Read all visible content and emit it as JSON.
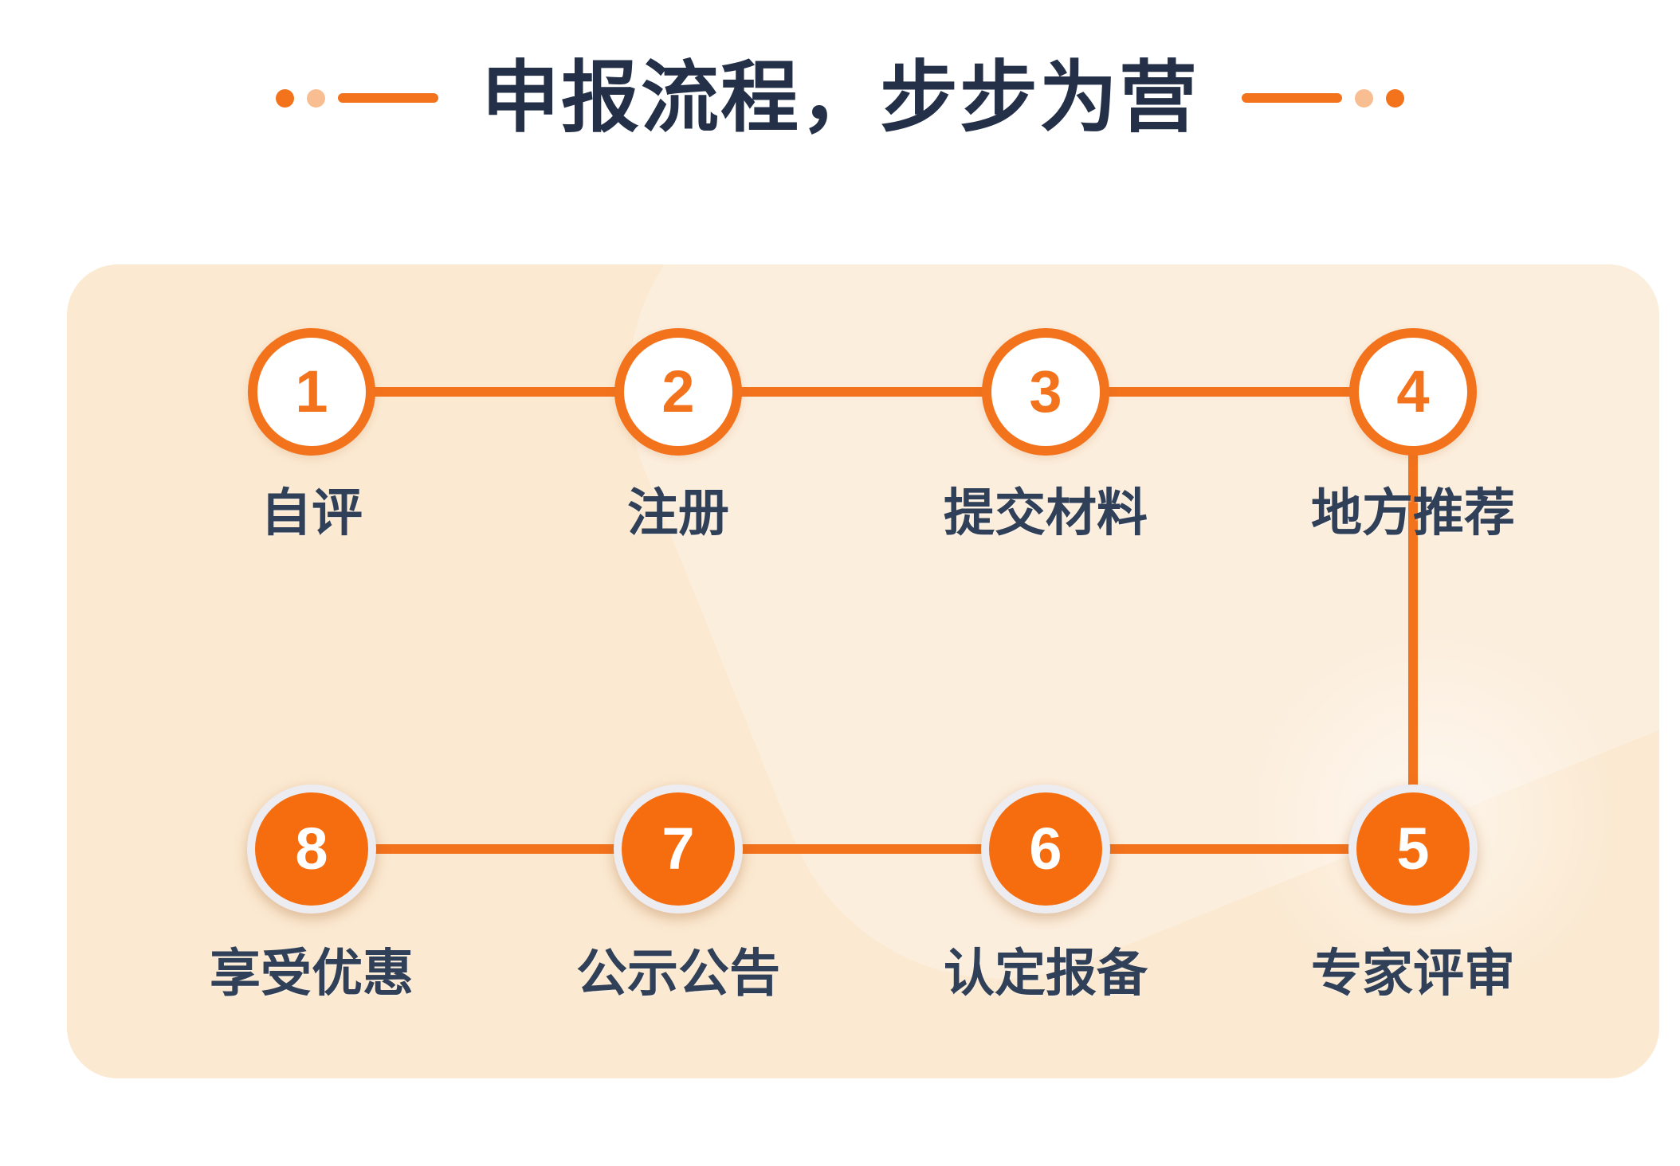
{
  "title": {
    "text": "申报流程，步步为营"
  },
  "colors": {
    "accent_orange": "#F3721C",
    "filled_circle_orange": "#F56D0E",
    "panel_background": "#FBE9D1",
    "title_text": "#243048",
    "label_text": "#304058",
    "light_dot": "#F8BE92",
    "circle_ring": "#EDEDF1"
  },
  "icons": {
    "decoration_dot": "small filled circle",
    "decoration_bar": "rounded horizontal line"
  },
  "steps": [
    {
      "number": "1",
      "label": "自评"
    },
    {
      "number": "2",
      "label": "注册"
    },
    {
      "number": "3",
      "label": "提交材料"
    },
    {
      "number": "4",
      "label": "地方推荐"
    },
    {
      "number": "5",
      "label": "专家评审"
    },
    {
      "number": "6",
      "label": "认定报备"
    },
    {
      "number": "7",
      "label": "公示公告"
    },
    {
      "number": "8",
      "label": "享受优惠"
    }
  ]
}
